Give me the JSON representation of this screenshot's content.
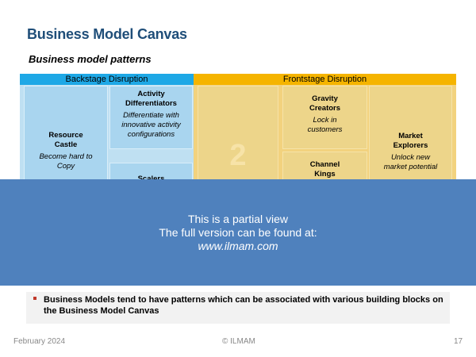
{
  "slide": {
    "title": "Business Model Canvas",
    "subtitle": "Business model patterns"
  },
  "canvas": {
    "backstage_header": "Backstage Disruption",
    "frontstage_header": "Frontstage Disruption",
    "resource_castle": {
      "title_1": "Resource",
      "title_2": "Castle",
      "desc_1": "Become hard to",
      "desc_2": "Copy"
    },
    "activity_differentiators": {
      "title_1": "Activity",
      "title_2": "Differentiators",
      "desc_1": "Differentiate with",
      "desc_2": "innovative activity",
      "desc_3": "configurations"
    },
    "scalers": {
      "title": "Scalers"
    },
    "center_number": "2",
    "gravity_creators": {
      "title_1": "Gravity",
      "title_2": "Creators",
      "desc_1": "Lock in",
      "desc_2": "customers"
    },
    "channel_kings": {
      "title_1": "Channel",
      "title_2": "Kings"
    },
    "market_explorers": {
      "title_1": "Market",
      "title_2": "Explorers",
      "desc_1": "Unlock new",
      "desc_2": "market potential"
    },
    "colors": {
      "backstage": "#1ea8e6",
      "frontstage": "#f5b400"
    }
  },
  "overlay": {
    "line1": "This is a partial view",
    "line2": "The full version can be found at:",
    "url": "www.ilmam.com"
  },
  "note": {
    "text": "Business Models tend to have patterns which can be associated with various building blocks on the Business Model Canvas"
  },
  "footer": {
    "date": "February 2024",
    "copyright": "© ILMAM",
    "page_number": "17"
  }
}
